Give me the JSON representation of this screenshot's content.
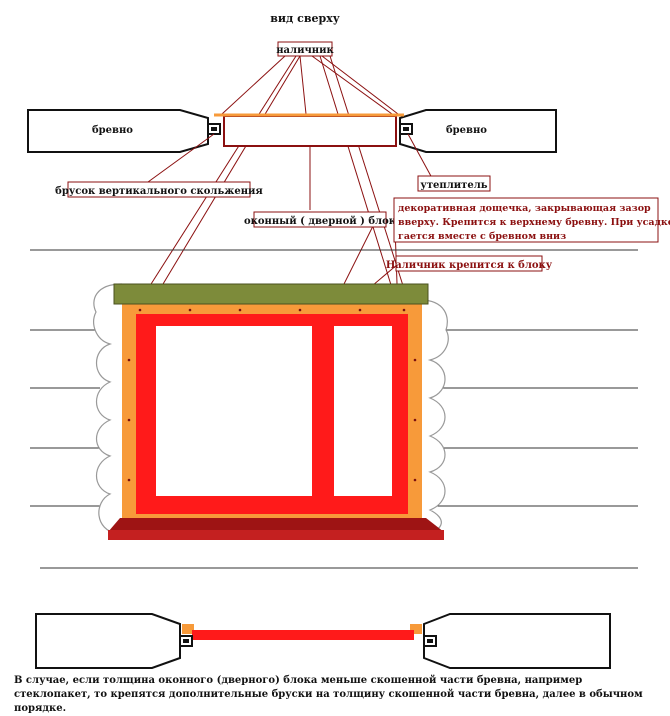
{
  "title": "вид сверху",
  "labels": {
    "nalichnik": "наличник",
    "brevno_left": "бревно",
    "brevno_right": "бревно",
    "brusok": "брусок вертикального скольжения",
    "uteplitel": "утеплитель",
    "okonny_blok": "оконный ( дверной ) блок",
    "dekor_line1": "декоративная дощечка, закрывающая зазор",
    "dekor_line2": "вверху. Крепится к верхнему бревну. При усадке дви-",
    "dekor_line3": "гается вместе с бревном вниз",
    "nalichnik_krepitsya": "Наличник крепится к блоку"
  },
  "note": "В случае, если толщина оконного (дверного) блока меньше скошенной части бревна, например стеклопакет, то крепятся дополнительные бруски на толщину скошенной части бревна, далее в обычном порядке.",
  "colors": {
    "frame_red": "#ff1a1a",
    "casing_orange": "#f79a3a",
    "board_olive": "#7d8b3a",
    "sill_dark_red": "#b81e1e",
    "leader_dark_red": "#8b1010",
    "outline": "#111111"
  }
}
